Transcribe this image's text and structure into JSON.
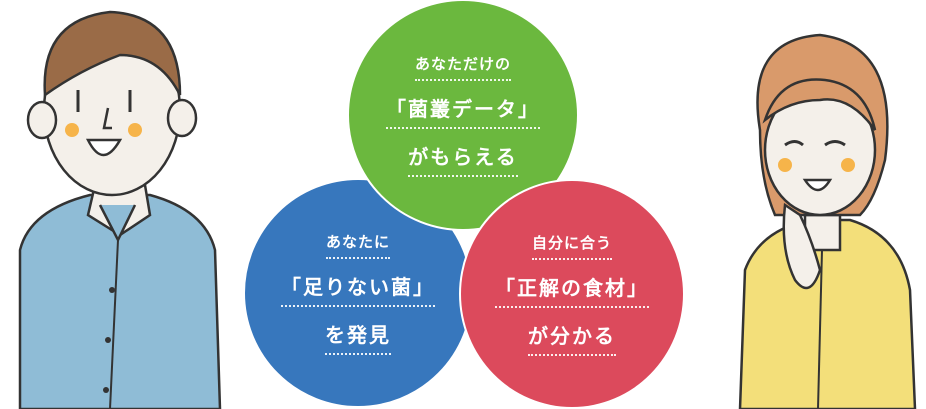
{
  "circles": {
    "green": {
      "color": "#6bb83e",
      "lines": [
        "あなただけの",
        "「菌叢データ」",
        "がもらえる"
      ]
    },
    "blue": {
      "color": "#3777bd",
      "lines": [
        "あなたに",
        "「足りない菌」",
        "を発見"
      ]
    },
    "red": {
      "color": "#dc4a5c",
      "lines": [
        "自分に合う",
        "「正解の食材」",
        "が分かる"
      ]
    }
  }
}
